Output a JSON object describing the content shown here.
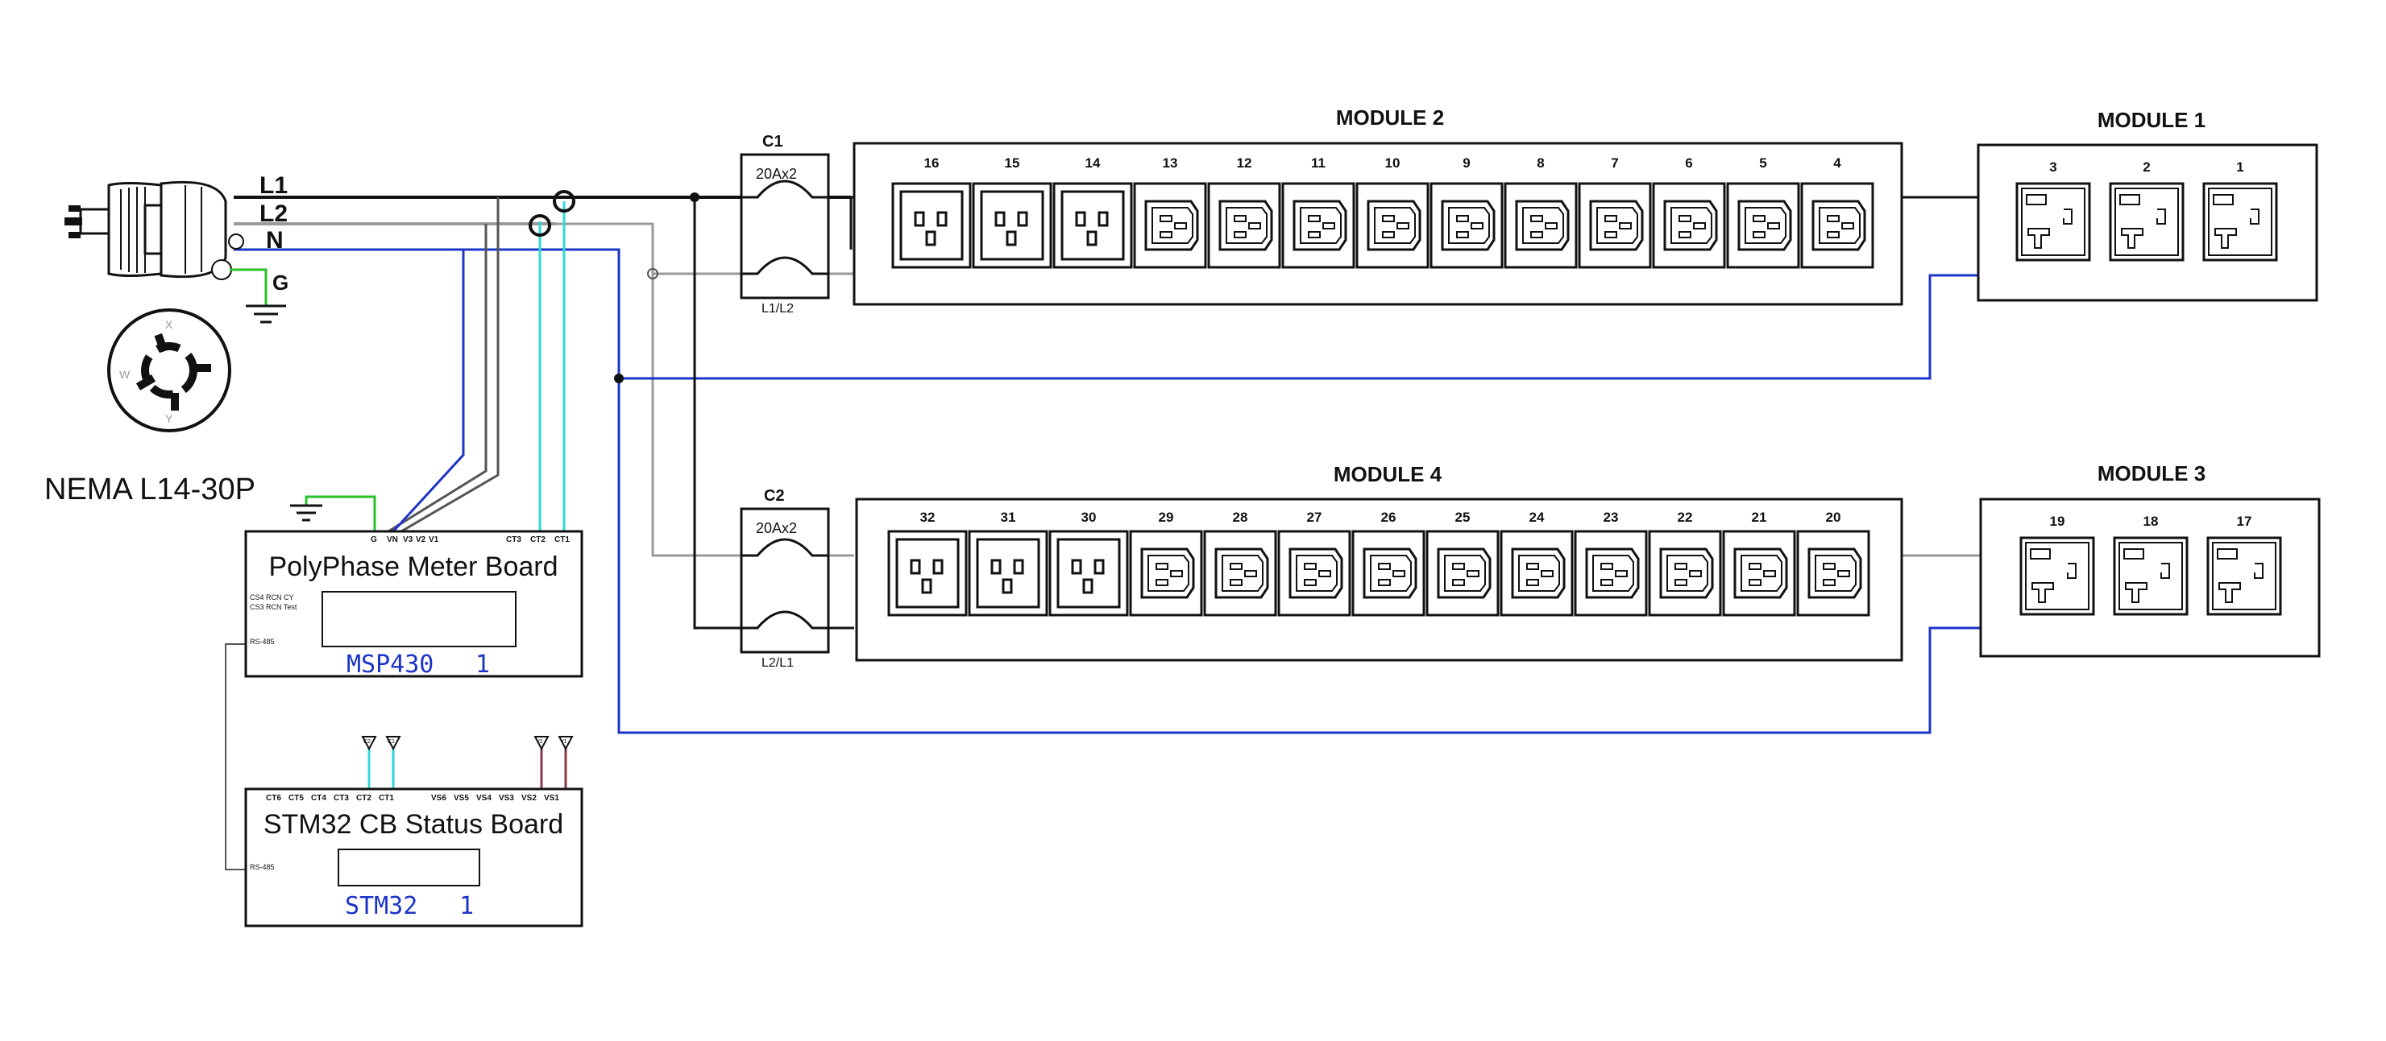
{
  "plug": {
    "lines": [
      "L1",
      "L2",
      "N"
    ],
    "ground": "G",
    "type": "NEMA L14-30P",
    "pins": [
      "X",
      "Y",
      "W"
    ]
  },
  "breakers": [
    {
      "id": "C1",
      "rating": "20Ax2",
      "phases": "L1/L2"
    },
    {
      "id": "C2",
      "rating": "20Ax2",
      "phases": "L2/L1"
    }
  ],
  "modules": [
    {
      "name": "MODULE 2",
      "outlets": [
        "16",
        "15",
        "14",
        "13",
        "12",
        "11",
        "10",
        "9",
        "8",
        "7",
        "6",
        "5",
        "4"
      ]
    },
    {
      "name": "MODULE 1",
      "outlets": [
        "3",
        "2",
        "1"
      ]
    },
    {
      "name": "MODULE 4",
      "outlets": [
        "32",
        "31",
        "30",
        "29",
        "28",
        "27",
        "26",
        "25",
        "24",
        "23",
        "22",
        "21",
        "20"
      ]
    },
    {
      "name": "MODULE 3",
      "outlets": [
        "19",
        "18",
        "17"
      ]
    }
  ],
  "meter_board": {
    "title": "PolyPhase Meter Board",
    "chip": "MSP430",
    "chip_count": "1",
    "top_pins": [
      "G",
      "VN",
      "V3",
      "V2",
      "V1"
    ],
    "ct_pins": [
      "CT3",
      "CT2",
      "CT1"
    ],
    "side_labels": [
      "CS4 RCN CY",
      "CS3 RCN Test",
      "RS-485"
    ]
  },
  "status_board": {
    "title": "STM32 CB Status Board",
    "chip": "STM32",
    "chip_count": "1",
    "ct_pins": [
      "CT6",
      "CT5",
      "CT4",
      "CT3",
      "CT2",
      "CT1"
    ],
    "vs_pins": [
      "VS6",
      "VS5",
      "VS4",
      "VS3",
      "VS2",
      "VS1"
    ],
    "side_label": "RS-485",
    "probe_labels": [
      "C2",
      "C1",
      "V2",
      "V1"
    ]
  },
  "colors": {
    "line": "#111111",
    "l2_wire": "#9a9a9a",
    "neutral": "#1d34c9",
    "ground": "#27c227",
    "ct": "#2fd6dd",
    "vs": "#8b3a4a",
    "chip_text": "#1d34c9"
  }
}
